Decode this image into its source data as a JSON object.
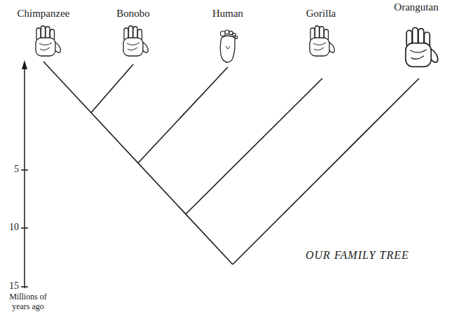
{
  "diagram": {
    "title": "OUR FAMILY TREE",
    "labels": [
      "Chimpanzee",
      "Bonobo",
      "Human",
      "Gorilla",
      "Orangutan",
      "5",
      "10",
      "15",
      "Millions of years ago"
    ]
  }
}
